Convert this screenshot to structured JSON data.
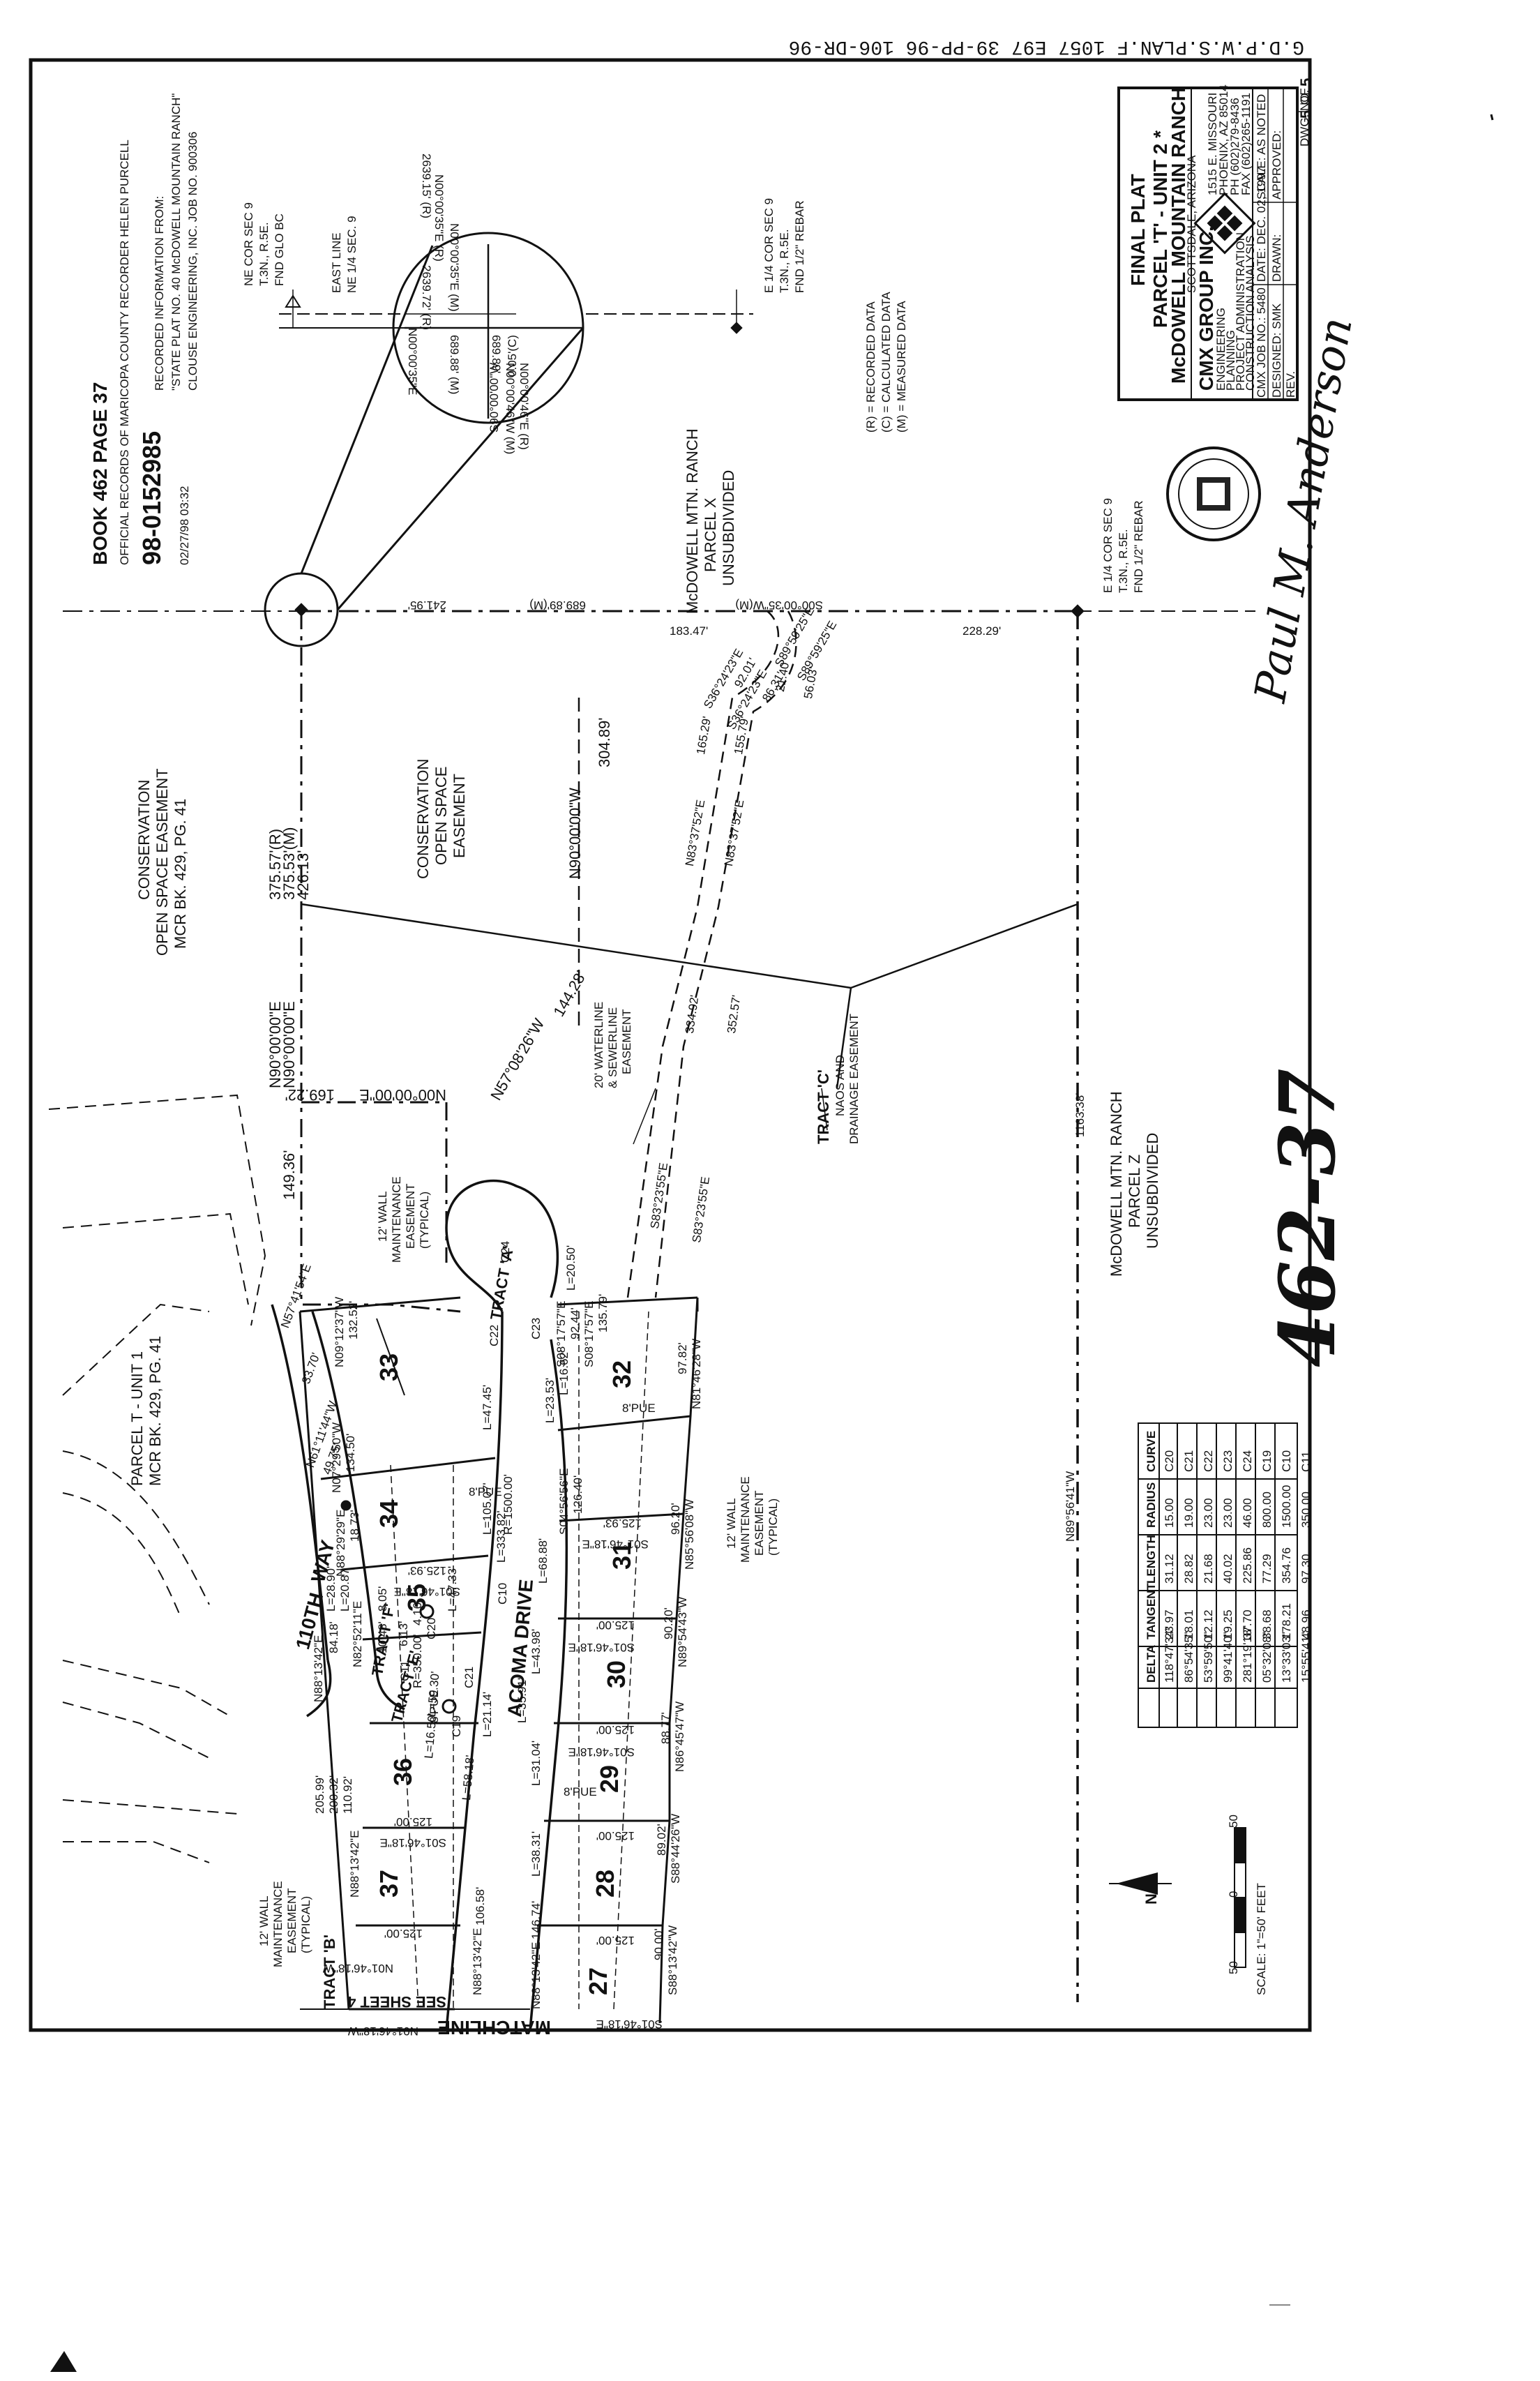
{
  "header": {
    "stamp_top": "G.D.P.W.S.PLAN.F    1057 E97    39-PP-96    106-DR-96"
  },
  "recording": {
    "book_line": "BOOK 462 PAGE 37",
    "official_records": "OFFICIAL RECORDS OF MARICOPA COUNTY RECORDER HELEN PURCELL",
    "number": "98-0152985",
    "date": "02/27/98 03:32"
  },
  "notes": {
    "recorded_from_1": "RECORDED INFORMATION FROM:",
    "recorded_from_2": "\"STATE PLAT NO. 40 McDOWELL MOUNTAIN RANCH\"",
    "recorded_from_3": "CLOUSE ENGINEERING, INC. JOB NO. 900306",
    "legend_r": "(R) = RECORDED DATA",
    "legend_c": "(C) = CALCULATED DATA",
    "legend_m": "(M) = MEASURED DATA"
  },
  "monuments": {
    "ne_cor_1": "NE COR SEC 9",
    "ne_cor_2": "T.3N., R.5E.",
    "ne_cor_3": "FND GLO BC",
    "east_line_1": "EAST LINE",
    "east_line_2": "NE 1/4 SEC. 9",
    "e_quarter_1": "E 1/4 COR SEC 9",
    "e_quarter_2": "T.3N., R.5E.",
    "e_quarter_3": "FND 1/2\" REBAR"
  },
  "detail": {
    "b1": "N00°00'35\"E",
    "b2": "N00°00'35\"E (R)",
    "b3": "N00°00'35\"E (M)",
    "d1": "2639.72' (R)",
    "d2": "2639.15' (R)",
    "d3": "689.88' (M)",
    "b4": "N00°00'46\"W (M)",
    "b5": "N00°00'46\"E (R)",
    "b6": "S90°00'00\"W",
    "d4": "0.05'(C)",
    "d5": "689.89'"
  },
  "areas": {
    "conservation_1": "CONSERVATION",
    "conservation_2": "OPEN SPACE EASEMENT",
    "conservation_3": "MCR BK. 429, PG. 41",
    "conservation_inner_1": "CONSERVATION",
    "conservation_inner_2": "OPEN SPACE",
    "conservation_inner_3": "EASEMENT",
    "parcel_x_1": "McDOWELL MTN. RANCH",
    "parcel_x_2": "PARCEL X",
    "parcel_x_3": "UNSUBDIVIDED",
    "parcel_z_1": "McDOWELL MTN. RANCH",
    "parcel_z_2": "PARCEL Z",
    "parcel_z_3": "UNSUBDIVIDED",
    "parcel_t_1": "PARCEL T - UNIT 1",
    "parcel_t_2": "MCR BK. 429, PG. 41",
    "tract_c_1": "TRACT 'C'",
    "tract_c_2": "NAOS AND",
    "tract_c_3": "DRAINAGE EASEMENT",
    "waterline_1": "20' WATERLINE",
    "waterline_2": "& SEWERLINE",
    "waterline_3": "EASEMENT",
    "wall_1": "12' WALL",
    "wall_2": "MAINTENANCE",
    "wall_3": "EASEMENT",
    "wall_4": "(TYPICAL)",
    "wall_easement_top_1": "12' WALL",
    "wall_easement_top_2": "MAINTENANCE",
    "wall_easement_top_3": "EASEMENT",
    "wall_easement_top_4": "(TYPICAL)",
    "wall_easement_low_1": "12' WALL",
    "wall_easement_low_2": "MAINTENANCE",
    "wall_easement_low_3": "EASEMENT",
    "wall_easement_low_4": "(TYPICAL)",
    "street_1": "110TH",
    "street_2": "WAY",
    "street_3": "ACOMA DRIVE",
    "tract_a": "TRACT 'A'",
    "tract_b": "TRACT 'B'",
    "tract_f": "TRACT 'F'",
    "tract_e": "TRACT 'E'",
    "matchline": "MATCHLINE",
    "see_sheet": "SEE SHEET 4",
    "pue": "8'PUE"
  },
  "lots": [
    "27",
    "28",
    "29",
    "30",
    "31",
    "32",
    "33",
    "34",
    "35",
    "36",
    "37"
  ],
  "boundary_labels": {
    "a1": "375.57'(R)",
    "a2": "375.53'(M)",
    "a3": "426.13'",
    "a4": "N90°00'00\"E",
    "a5": "N90°00'00\"E",
    "a6": "149.36'",
    "a7": "N57°08'26\"W",
    "a8": "144.28'",
    "a9": "N00°00'00\"E",
    "a10": "169.22'",
    "a11": "N90°00'00\"W",
    "a12": "304.89'",
    "a13": "241.95'",
    "a14": "689.89'(M)",
    "a15": "S00°00'35\"W(M)",
    "a16": "183.47'",
    "a17": "228.29'",
    "a18": "1163.38'",
    "a19": "N89°56'41\"W",
    "a20": "N83°37'52\"E",
    "a21": "165.29'",
    "a22": "N83°37'52\"E",
    "a23": "155.79'",
    "a24": "S83°23'55\"E",
    "a25": "334.92'",
    "a26": "S83°23'55\"E",
    "a27": "352.57'",
    "a28": "S36°24'23\"E",
    "a29": "92.01'",
    "a30": "S36°24'23\"E",
    "a31": "86.31'",
    "a32": "S89°59'25\"E",
    "a33": "21.40'",
    "a34": "S89°59'25\"E",
    "a35": "56.03'"
  },
  "lot_labels": {
    "l1": "N09°12'37\"W",
    "l2": "132.52'",
    "l3": "N07°29'50\"W",
    "l4": "134.50'",
    "l5": "S08°17'57\"E",
    "l6": "92.44'",
    "l7": "S08°17'57\"E",
    "l8": "135.79'",
    "l9": "S04°56'56\"E",
    "l10": "126.40'",
    "l11": "N81°46'28\"W",
    "l12": "97.82'",
    "l13": "N85°56'08\"W",
    "l14": "96.20'",
    "l15": "N89°54'43\"W",
    "l16": "90.20'",
    "l17": "N86°45'47\"W",
    "l18": "88.77'",
    "l19": "S88°44'26\"W",
    "l20": "89.02'",
    "l21": "S88°13'42\"W",
    "l22": "90.00'",
    "l23": "N88°13'42\"E",
    "l24": "N88°13'42\"E",
    "l25": "146.74'",
    "l26": "106.58'",
    "l27": "125.00'",
    "l28": "S01°46'18\"E",
    "l29": "125.00'",
    "l30": "N01°46'18\"W",
    "l31": "L=20.50'",
    "l32": "L=16.62'",
    "l33": "L=23.53'",
    "l34": "L=47.45'",
    "l35": "L=105.07'",
    "l36": "L=333.82'",
    "l37": "L=68.88'",
    "l38": "L=43.98'",
    "l39": "L=31.04'",
    "l40": "L=38.31'",
    "l41": "L=35.91'",
    "l42": "L=21.14'",
    "l43": "L=47.33'",
    "l44": "L=28.90'",
    "l45": "L=20.87'",
    "l46": "L=59.30'",
    "l47": "L=58.18'",
    "l48": "R=1500.00'",
    "l49": "R=350.00'",
    "l50": "110.92'",
    "l51": "200.32'",
    "l52": "205.99'",
    "l53": "L=16.50'",
    "l54": "N88°13'42\"E",
    "l55": "125.00'",
    "l56": "S01°46'18\"E",
    "l57": "125.00'",
    "l58": "N01°46'18\"W",
    "l59": "125.00'",
    "l60": "S01°46'18\"E",
    "l61": "125.00'",
    "l62": "S01°46'18\"E",
    "l63": "125.93'",
    "l64": "S01°46'18\"E",
    "l65": "125.93'",
    "l66": "S01°46'18\"E",
    "l67": "N88°29'29\"E",
    "l68": "18.73'",
    "l69": "N82°52'11\"E",
    "l70": "10.48'",
    "l71": "8.05'",
    "l72": "C10",
    "l73": "C11",
    "l74": "C21",
    "l75": "C22",
    "l76": "C23",
    "l77": "C24",
    "l78": "C19",
    "l79": "C20",
    "l80": "N57°41'54\"E",
    "l81": "33.70'",
    "l82": "N61°11'44\"W",
    "l83": "49.75'",
    "l84": "N88°13'42\"E",
    "l85": "84.18'",
    "l86": "6.13'",
    "l87": "4.16'"
  },
  "curve_table": {
    "headers": [
      "CURVE",
      "RADIUS",
      "LENGTH",
      "TANGENT",
      "DELTA"
    ],
    "rows": [
      [
        "C20",
        "15.00",
        "31.12",
        "23.97",
        "118°47'34\""
      ],
      [
        "C21",
        "19.00",
        "28.82",
        "18.01",
        "86°54'35\""
      ],
      [
        "C22",
        "23.00",
        "21.68",
        "12.12",
        "53°59'50\""
      ],
      [
        "C23",
        "23.00",
        "40.02",
        "19.25",
        "99°41'40\""
      ],
      [
        "C24",
        "46.00",
        "225.86",
        "37.70",
        "281°19'18\""
      ],
      [
        "C19",
        "800.00",
        "77.29",
        "38.68",
        "05°32'08\""
      ],
      [
        "C10",
        "1500.00",
        "354.76",
        "178.21",
        "13°33'03\""
      ],
      [
        "C11",
        "350.00",
        "97.30",
        "48.96",
        "15°55'41\""
      ]
    ]
  },
  "scale": {
    "label": "SCALE: 1\"=50' FEET",
    "t0": "0",
    "t50": "50",
    "t50b": "50",
    "north": "N"
  },
  "title_block": {
    "final_plat": "FINAL PLAT",
    "parcel": "PARCEL 'T' - UNIT 2 *",
    "project": "McDOWELL MOUNTAIN RANCH",
    "city": "SCOTTSDALE, ARIZONA",
    "company": "CMX GROUP INC.",
    "svc1": "ENGINEERING",
    "svc2": "PLANNING",
    "svc3": "PROJECT ADMINISTRATION",
    "svc4": "CONSTRUCTION ANALYSIS",
    "addr1": "1515 E. MISSOURI",
    "addr2": "PHOENIX, AZ 85014",
    "addr3": "PH (602)279-8436",
    "addr4": "FAX (602)265-1191",
    "job": "CMX JOB NO.: 5480",
    "date": "DATE: DEC. 02, 1997",
    "scale": "SCALE: AS NOTED",
    "designed": "DESIGNED: SMK",
    "drawn": "DRAWN:",
    "approved": "APPROVED:",
    "rev": "REV.",
    "dwg": "DWG. NO.",
    "sheet": "5",
    "of": "OF",
    "total": "5"
  },
  "handwritten": {
    "page_ref": "462-37",
    "signature": "Paul M. Anderson"
  }
}
